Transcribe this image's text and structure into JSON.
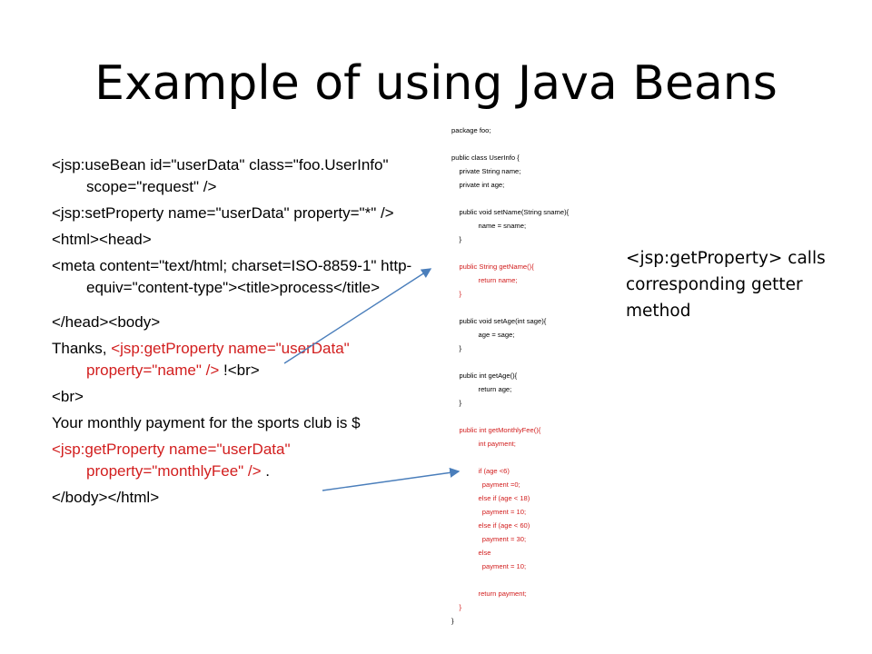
{
  "slide": {
    "title": "Example of using Java Beans"
  },
  "jsp": {
    "use_bean_1": "<jsp:useBean id=\"userData\" class=\"foo.UserInfo\" scope=\"request\" />",
    "set_property": "<jsp:setProperty name=\"userData\" property=\"*\" />",
    "html_head": "<html><head>",
    "meta_pre": "<meta content=\"text/html; charset=ISO-8859-1\" http-equiv=\"content-type\"><title>",
    "meta_title": "process",
    "meta_post": "</title>",
    "head_body": "</head><body>",
    "thanks_pre": "Thanks, ",
    "thanks_getprop": "<jsp:getProperty name=\"userData\" property=\"name\" />",
    "thanks_post": " !<br>",
    "br": "<br>",
    "payment_text": "Your monthly payment for the sports club is $",
    "payment_getprop": "<jsp:getProperty name=\"userData\" property=\"monthlyFee\" />",
    "payment_post": " .",
    "close": "</body></html>"
  },
  "code": {
    "lines": [
      {
        "text": "package foo;",
        "red": false
      },
      {
        "text": "",
        "red": false
      },
      {
        "text": "public class UserInfo {",
        "red": false
      },
      {
        "text": "    private String name;",
        "red": false
      },
      {
        "text": "    private int age;",
        "red": false
      },
      {
        "text": "",
        "red": false
      },
      {
        "text": "    public void setName(String sname){",
        "red": false
      },
      {
        "text": "              name = sname;",
        "red": false
      },
      {
        "text": "    }",
        "red": false
      },
      {
        "text": "",
        "red": false
      },
      {
        "text": "    public String getName(){",
        "red": true
      },
      {
        "text": "              return name;",
        "red": true
      },
      {
        "text": "    }",
        "red": true
      },
      {
        "text": "",
        "red": false
      },
      {
        "text": "    public void setAge(int sage){",
        "red": false
      },
      {
        "text": "              age = sage;",
        "red": false
      },
      {
        "text": "    }",
        "red": false
      },
      {
        "text": "",
        "red": false
      },
      {
        "text": "    public int getAge(){",
        "red": false
      },
      {
        "text": "              return age;",
        "red": false
      },
      {
        "text": "    }",
        "red": false
      },
      {
        "text": "",
        "red": false
      },
      {
        "text": "    public int getMonthlyFee(){",
        "red": true
      },
      {
        "text": "              int payment;",
        "red": true
      },
      {
        "text": "",
        "red": true
      },
      {
        "text": "              if (age <6)",
        "red": true
      },
      {
        "text": "                payment =0;",
        "red": true
      },
      {
        "text": "              else if (age < 18)",
        "red": true
      },
      {
        "text": "                payment = 10;",
        "red": true
      },
      {
        "text": "              else if (age < 60)",
        "red": true
      },
      {
        "text": "                payment = 30;",
        "red": true
      },
      {
        "text": "              else",
        "red": true
      },
      {
        "text": "                payment = 10;",
        "red": true
      },
      {
        "text": "",
        "red": true
      },
      {
        "text": "              return payment;",
        "red": true
      },
      {
        "text": "    }",
        "red": true
      },
      {
        "text": "}",
        "red": false
      }
    ]
  },
  "note": {
    "text": "<jsp:getProperty> calls corresponding getter method"
  },
  "colors": {
    "highlight": "#d21e1e",
    "arrow": "#4a7ebb"
  }
}
